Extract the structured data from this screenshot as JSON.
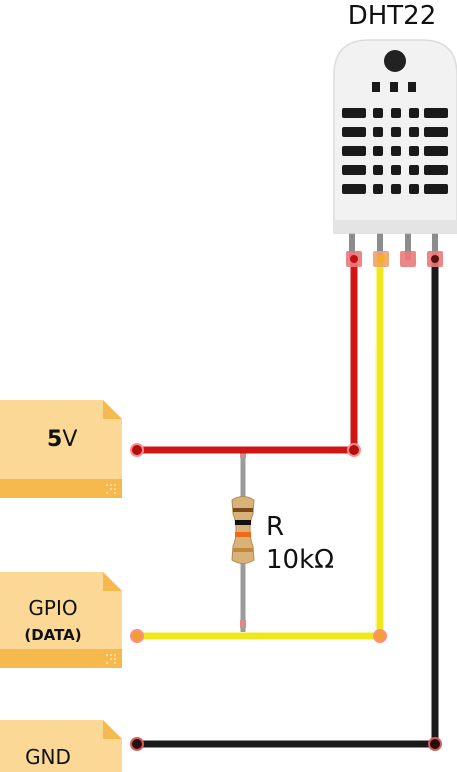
{
  "sensor": {
    "name": "DHT22"
  },
  "resistor": {
    "label": "R",
    "value": "10kΩ"
  },
  "connectors": {
    "power": {
      "bold": "5",
      "rest": "V"
    },
    "gpio": {
      "line1": "GPIO",
      "line2": "(DATA)"
    },
    "ground": {
      "label": "GND"
    }
  },
  "colors": {
    "power_wire": "#d01515",
    "data_wire": "#f0e81e",
    "ground_wire": "#1a1a1a",
    "resistor_lead": "#9b9b9b",
    "sensor_body": "#f2f2f2",
    "tag": "#fbd896",
    "tag_band": "#f6b94e"
  }
}
